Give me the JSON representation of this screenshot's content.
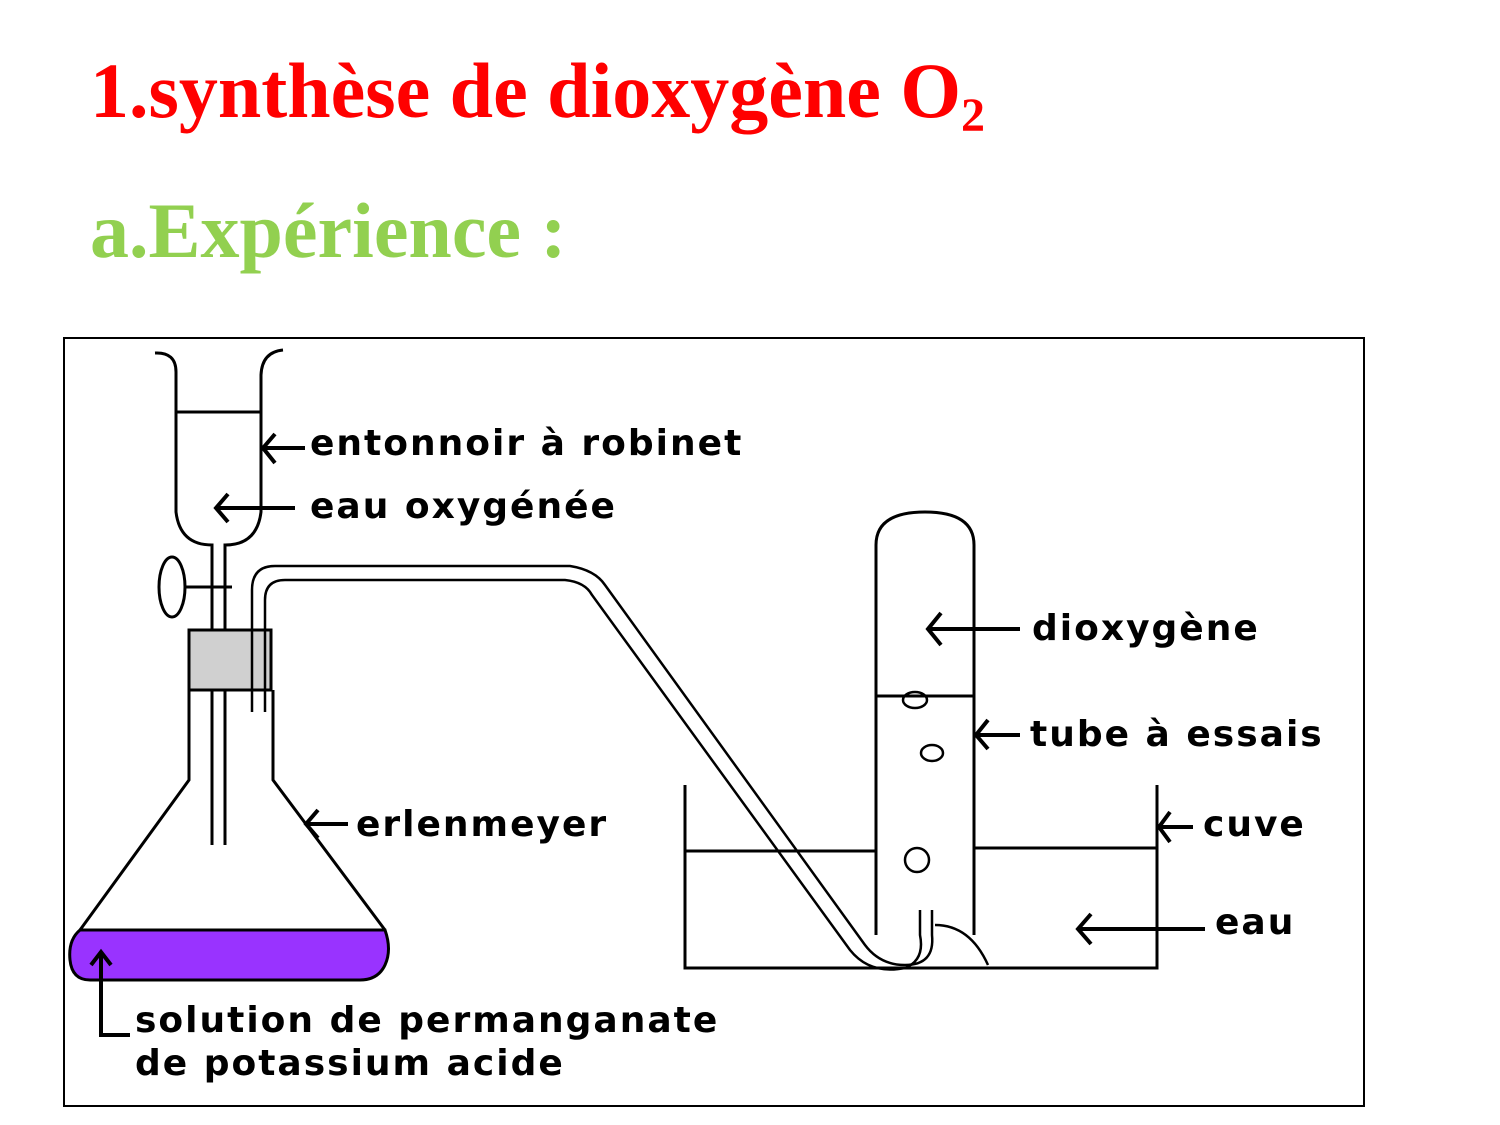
{
  "title": {
    "text": "1.synthèse de dioxygène O",
    "subscript": "2"
  },
  "subtitle": "a.Expérience :",
  "diagram": {
    "labels": {
      "funnel": "entonnoir à robinet",
      "peroxide": "eau oxygénée",
      "flask": "erlenmeyer",
      "solution_line1": "solution de permanganate",
      "solution_line2": "de potassium acide",
      "oxygen": "dioxygène",
      "test_tube": "tube à essais",
      "tank": "cuve",
      "water": "eau"
    },
    "colors": {
      "solution": "#9933ff",
      "stopper": "#d0d0d0",
      "title": "#ff0000",
      "subtitle": "#92d050"
    }
  }
}
